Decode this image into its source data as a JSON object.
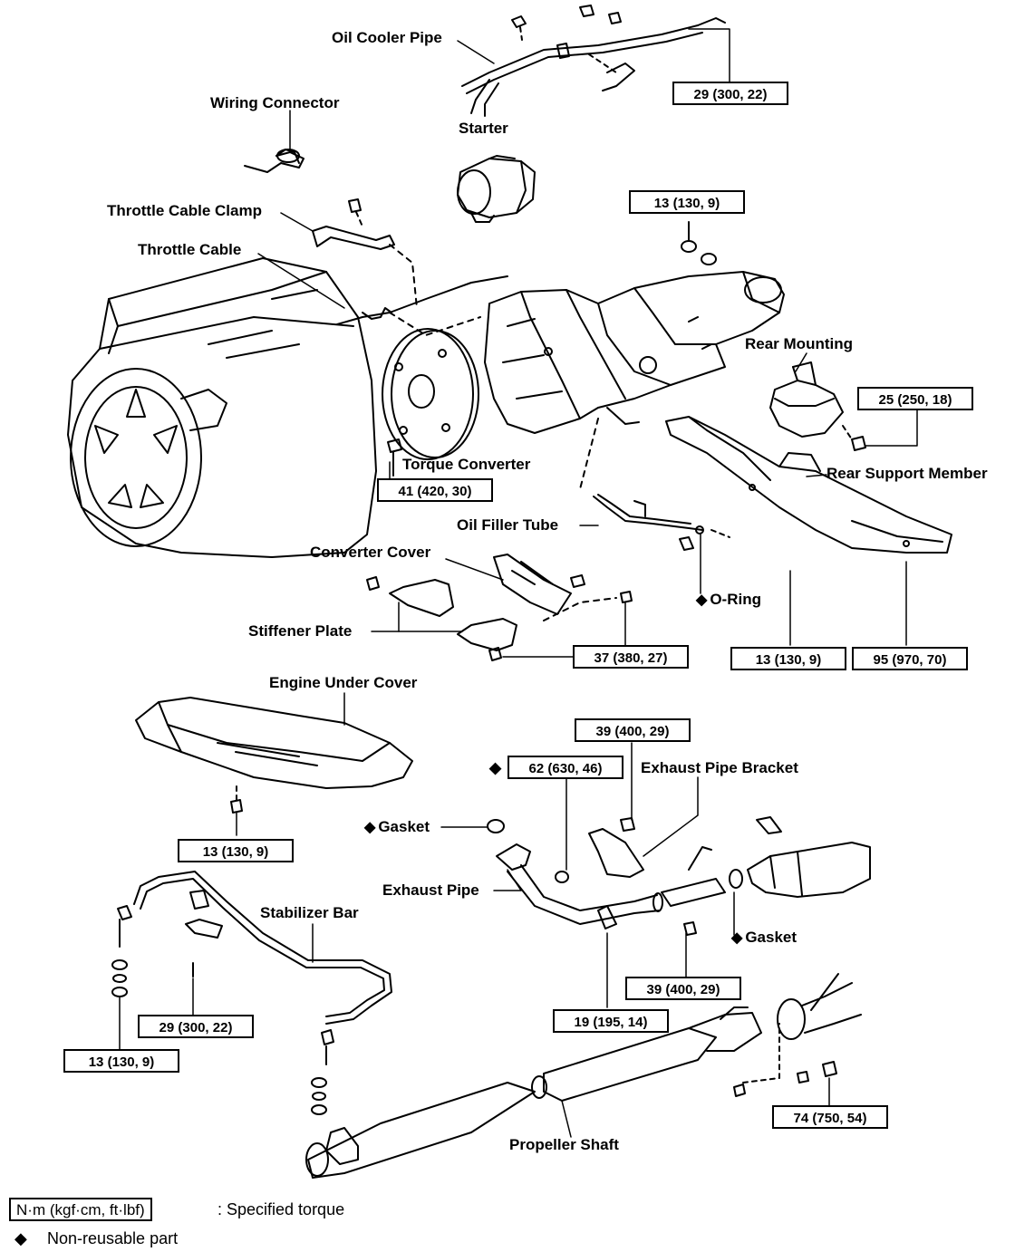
{
  "labels": {
    "oil_cooler_pipe": "Oil Cooler Pipe",
    "wiring_connector": "Wiring Connector",
    "starter": "Starter",
    "throttle_cable_clamp": "Throttle Cable Clamp",
    "throttle_cable": "Throttle Cable",
    "rear_mounting": "Rear Mounting",
    "torque_converter": "Torque Converter",
    "rear_support_member": "Rear Support Member",
    "oil_filler_tube": "Oil Filler Tube",
    "converter_cover": "Converter Cover",
    "o_ring": "O-Ring",
    "stiffener_plate": "Stiffener Plate",
    "engine_under_cover": "Engine Under Cover",
    "exhaust_pipe_bracket": "Exhaust Pipe Bracket",
    "gasket_front": "Gasket",
    "exhaust_pipe": "Exhaust Pipe",
    "stabilizer_bar": "Stabilizer Bar",
    "gasket_rear": "Gasket",
    "propeller_shaft": "Propeller Shaft"
  },
  "torques": {
    "oil_cooler_pipe": "29 (300, 22)",
    "upper_nut": "13 (130, 9)",
    "rear_mounting": "25 (250, 18)",
    "torque_converter": "41 (420, 30)",
    "stiffener_plate": "37 (380, 27)",
    "support_member_left": "13 (130, 9)",
    "support_member_right": "95 (970, 70)",
    "exhaust_bracket": "39 (400, 29)",
    "exhaust_flange": "62 (630, 46)",
    "engine_under_cover": "13 (130, 9)",
    "stabilizer_bracket": "29 (300, 22)",
    "stabilizer_link": "13 (130, 9)",
    "exhaust_clamp": "39 (400, 29)",
    "exhaust_pipe_bolt": "19 (195, 14)",
    "propeller_shaft": "74 (750, 54)"
  },
  "symbols": {
    "non_reusable": "◆"
  },
  "legend": {
    "unit_box": "N·m (kgf·cm, ft·lbf)",
    "unit_text": ": Specified torque",
    "symbol_text": "Non-reusable part"
  }
}
